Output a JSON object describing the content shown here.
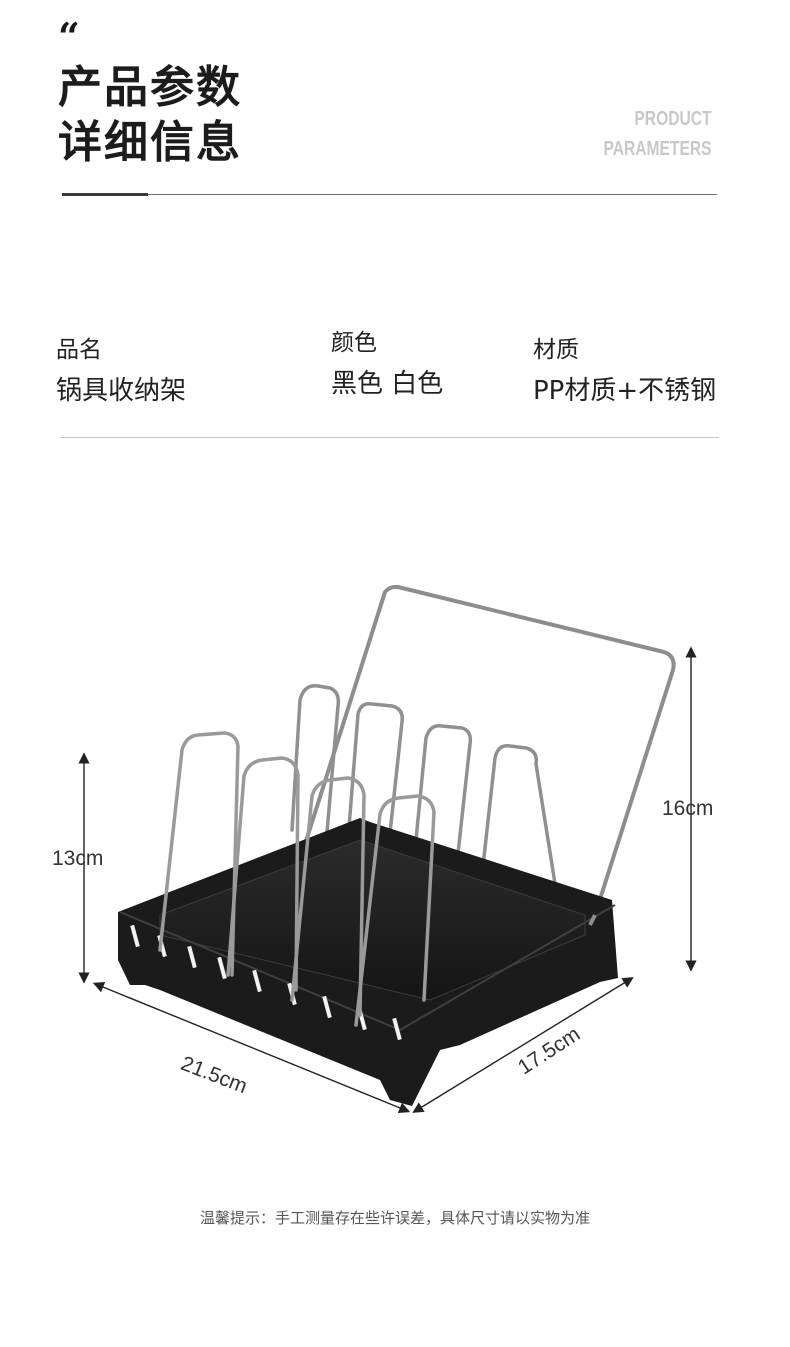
{
  "header": {
    "quote_mark": "“",
    "title_line1": "产品参数",
    "title_line2": "详细信息",
    "en_line1": "PRODUCT",
    "en_line2": "PARAMETERS"
  },
  "params": [
    {
      "label": "品名",
      "value": "锅具收纳架"
    },
    {
      "label": "颜色",
      "value": "黑色 白色"
    },
    {
      "label": "材质",
      "value": "PP材质+不锈钢"
    }
  ],
  "dimensions": {
    "height_left": "13cm",
    "height_right": "16cm",
    "length": "21.5cm",
    "width": "17.5cm"
  },
  "footnote": "温馨提示：手工测量存在些许误差，具体尺寸请以实物为准",
  "colors": {
    "title": "#1c1c1c",
    "en_title": "#c8c8c8",
    "tray": "#1b1b1b",
    "wire": "#8a8a8a"
  },
  "icons": {
    "product_image": "pot-lid-organizer-rack"
  }
}
